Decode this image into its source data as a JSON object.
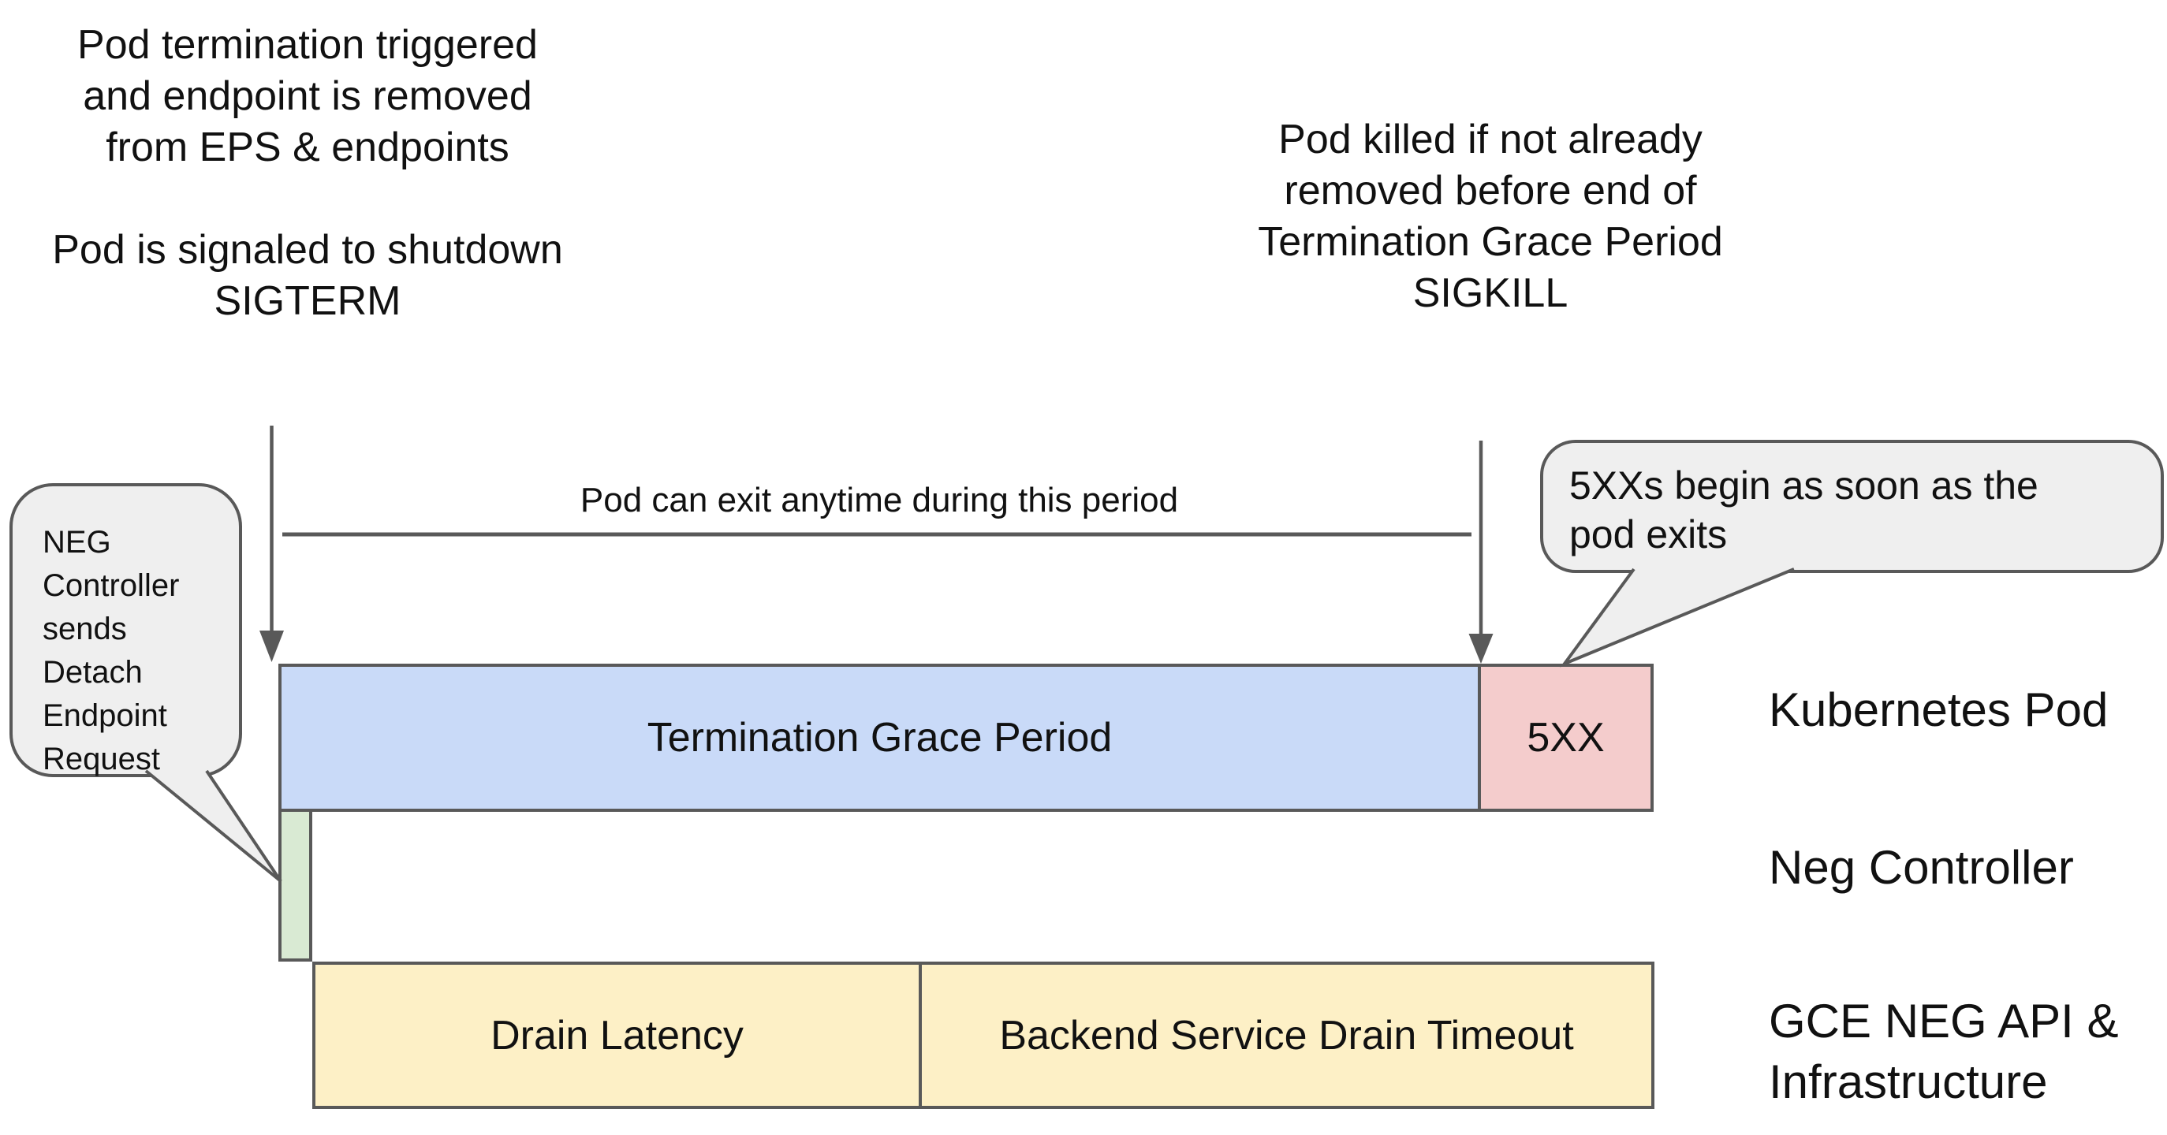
{
  "colors": {
    "background": "#ffffff",
    "stroke": "#595959",
    "text": "#111111",
    "bubble_fill": "#efefef",
    "termination_grace_period_bar": "#c9daf8",
    "five_xx_bar": "#f4cccc",
    "neg_detach_bar": "#d9ead3",
    "drain_bars": "#fdf0c6"
  },
  "annotations": {
    "pod_termination": {
      "line1": "Pod termination triggered",
      "line2": "and endpoint is removed",
      "line3": "from EPS & endpoints"
    },
    "pod_signaled": {
      "line1": "Pod is signaled to shutdown",
      "line2": "SIGTERM"
    },
    "pod_killed": {
      "line1": "Pod killed if not already",
      "line2": "removed before end of",
      "line3": "Termination Grace Period",
      "line4": "SIGKILL"
    },
    "pod_can_exit": "Pod can exit anytime during this period"
  },
  "bubbles": {
    "neg_controller": {
      "line1": "NEG",
      "line2": "Controller",
      "line3": "sends",
      "line4": "Detach",
      "line5": "Endpoint",
      "line6": "Request"
    },
    "five_xx": {
      "line1": "5XXs begin as soon as the",
      "line2": "pod exits"
    }
  },
  "timeline": {
    "segments": {
      "termination_grace_period": "Termination Grace Period",
      "five_xx": "5XX",
      "drain_latency": "Drain Latency",
      "backend_service_drain_timeout": "Backend Service Drain Timeout"
    },
    "row_labels": {
      "kubernetes_pod": "Kubernetes Pod",
      "neg_controller": "Neg Controller",
      "gce_line1": "GCE NEG API &",
      "gce_line2": "Infrastructure"
    }
  }
}
